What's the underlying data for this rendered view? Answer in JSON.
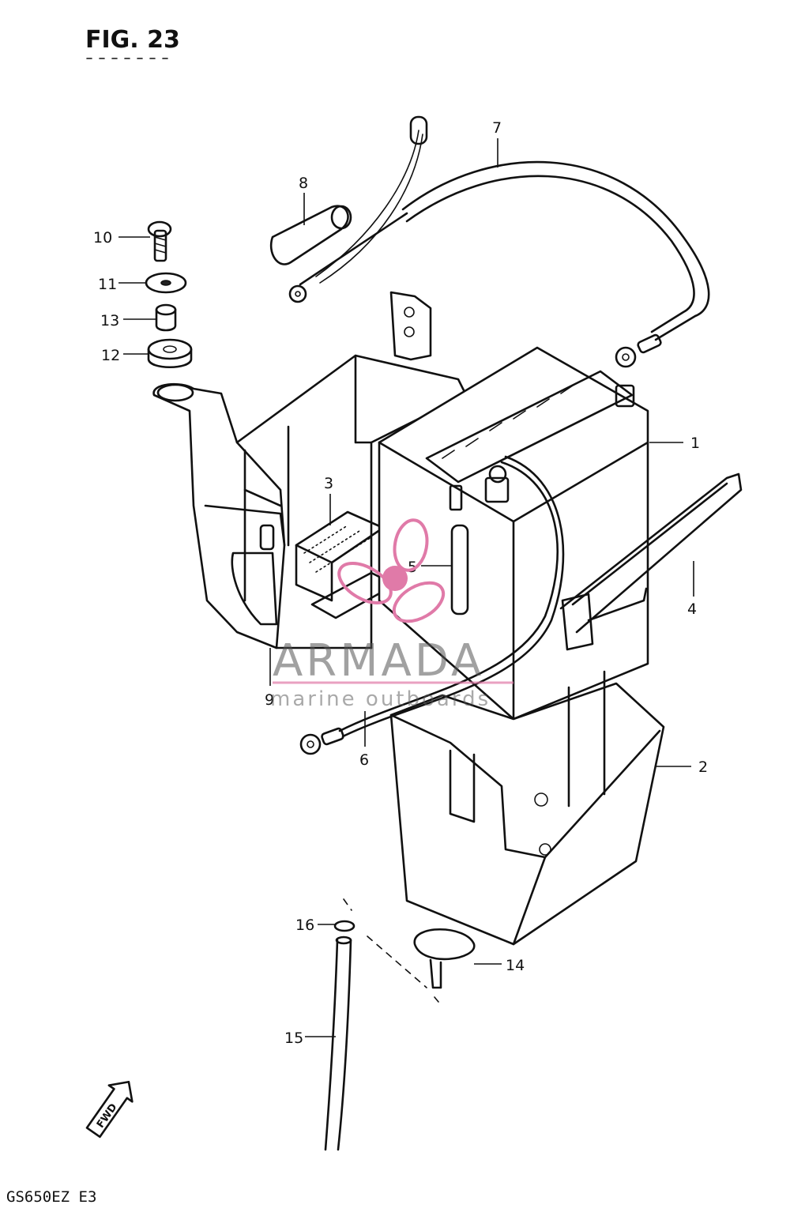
{
  "figure": {
    "title": "FIG. 23",
    "model": "GS650EZ  E3"
  },
  "parts": [
    {
      "label": "1"
    },
    {
      "label": "2"
    },
    {
      "label": "3"
    },
    {
      "label": "4"
    },
    {
      "label": "5"
    },
    {
      "label": "6"
    },
    {
      "label": "7"
    },
    {
      "label": "8"
    },
    {
      "label": "9"
    },
    {
      "label": "10"
    },
    {
      "label": "11"
    },
    {
      "label": "12"
    },
    {
      "label": "13"
    },
    {
      "label": "14"
    },
    {
      "label": "15"
    },
    {
      "label": "16"
    }
  ],
  "fwd_arrow": {
    "label": "FWD"
  },
  "watermark": {
    "name": "ARMADA",
    "tagline": "marine outboards",
    "logo_color": "#e07aa8"
  }
}
